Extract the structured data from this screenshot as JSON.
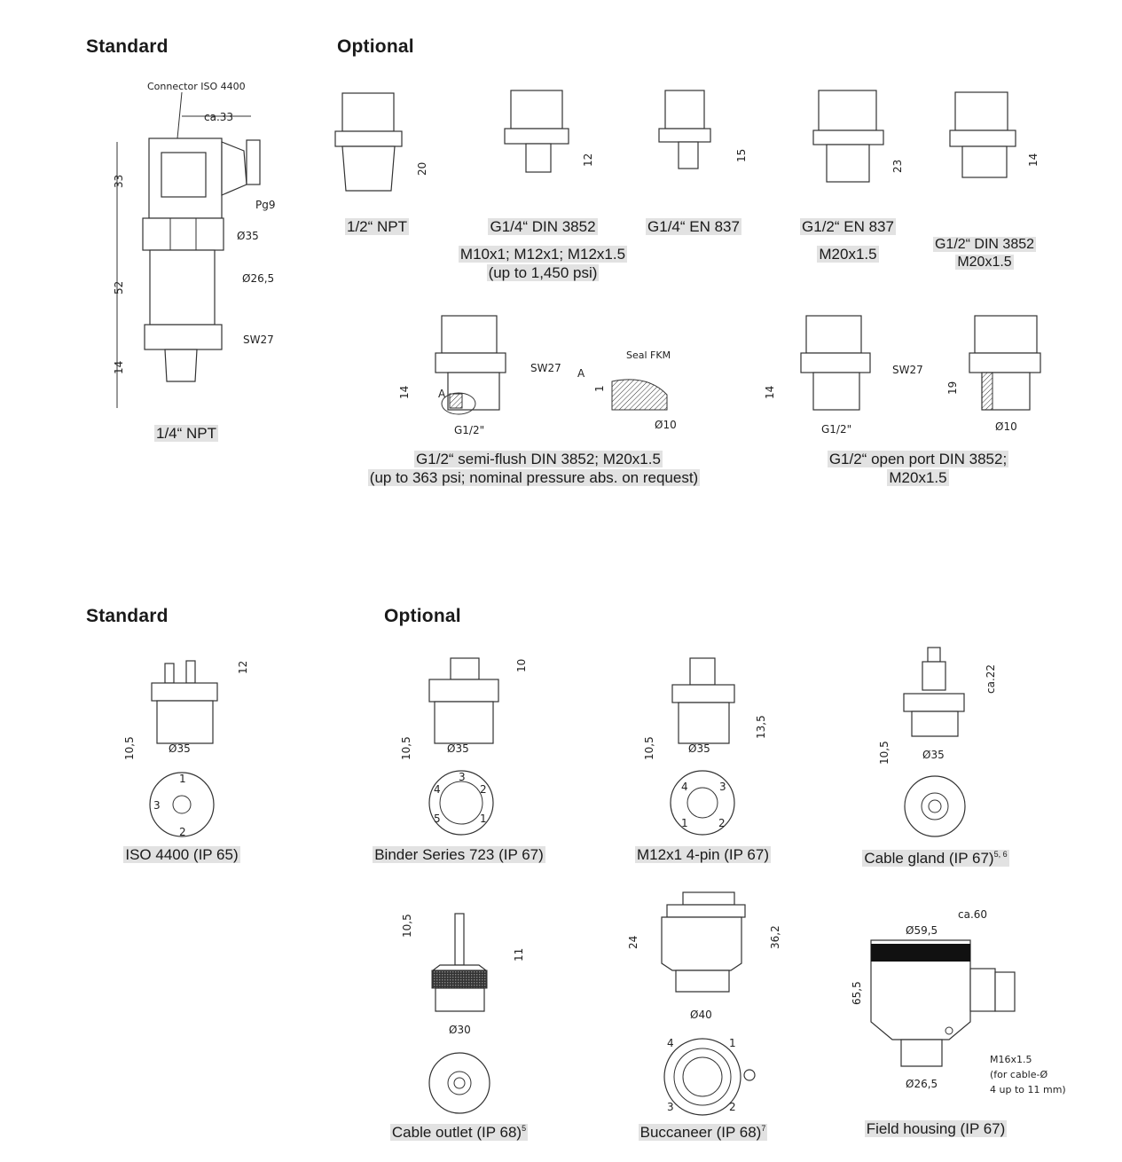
{
  "headings": {
    "top_standard": "Standard",
    "top_optional": "Optional",
    "bottom_standard": "Standard",
    "bottom_optional": "Optional"
  },
  "process_connections": {
    "standard": {
      "caption": "1/4“ NPT",
      "connector_label": "Connector ISO 4400",
      "dims": {
        "length": "ca.33",
        "height_top": "33",
        "height_body": "52",
        "height_thread": "14",
        "pg": "Pg9",
        "d1": "Ø35",
        "d2": "Ø26,5",
        "sw": "SW27"
      }
    },
    "optional": [
      {
        "caption": "1/2“ NPT",
        "dim": "20"
      },
      {
        "caption": "G1/4“ DIN 3852",
        "sub1": "M10x1; M12x1; M12x1.5",
        "sub2": "(up to 1,450 psi)",
        "dim": "12"
      },
      {
        "caption": "G1/4“ EN 837",
        "dim": "15"
      },
      {
        "caption": "G1/2“ EN 837",
        "sub1": "M20x1.5",
        "dim": "23"
      },
      {
        "caption": "G1/2“ DIN 3852",
        "sub1": "M20x1.5",
        "dim": "14"
      }
    ],
    "semi_flush": {
      "line1": "G1/2“ semi-flush DIN 3852;  M20x1.5",
      "line2": "(up to  363 psi; nominal pressure abs. on request)",
      "dims": {
        "sw": "SW27",
        "h": "14",
        "a": "A",
        "thread": "G1/2\"",
        "seal": "Seal FKM",
        "one": "1",
        "d": "Ø10",
        "a2": "A"
      }
    },
    "open_port": {
      "line1": "G1/2“ open port DIN 3852;",
      "line2": "M20x1.5",
      "dims": {
        "sw": "SW27",
        "h": "14",
        "thread": "G1/2\"",
        "h2": "19",
        "d": "Ø10"
      }
    }
  },
  "electrical_connections": {
    "standard": {
      "caption": "ISO 4400 (IP 65)",
      "dims": {
        "h1": "12",
        "h2": "10,5",
        "d": "Ø35"
      },
      "pins": [
        "1",
        "2",
        "3"
      ]
    },
    "optional": [
      {
        "caption": "Binder Series 723 (IP 67)",
        "dims": {
          "h1": "10",
          "h2": "10,5",
          "d": "Ø35"
        },
        "pins": [
          "1",
          "2",
          "3",
          "4",
          "5"
        ]
      },
      {
        "caption": "M12x1 4-pin (IP 67)",
        "dims": {
          "h1": "13,5",
          "h2": "10,5",
          "d": "Ø35"
        },
        "pins": [
          "1",
          "2",
          "3",
          "4"
        ]
      },
      {
        "caption": "Cable gland (IP 67)",
        "sup": "5, 6",
        "dims": {
          "h1": "ca.22",
          "h2": "10,5",
          "d": "Ø35"
        }
      },
      {
        "caption": "Cable outlet (IP 68)",
        "sup": "5",
        "dims": {
          "h1": "10,5",
          "h2": "11",
          "d": "Ø30"
        }
      },
      {
        "caption": "Buccaneer (IP 68)",
        "sup": "7",
        "dims": {
          "h1": "24",
          "h2": "36,2",
          "d": "Ø40"
        },
        "pins": [
          "1",
          "2",
          "3",
          "4"
        ]
      },
      {
        "caption": "Field housing (IP 67)",
        "dims": {
          "l": "ca.60",
          "d1": "Ø59,5",
          "h": "65,5",
          "d2": "Ø26,5"
        },
        "note1": "M16x1.5",
        "note2": "(for cable-Ø",
        "note3": "4 up to 11 mm)"
      }
    ]
  }
}
